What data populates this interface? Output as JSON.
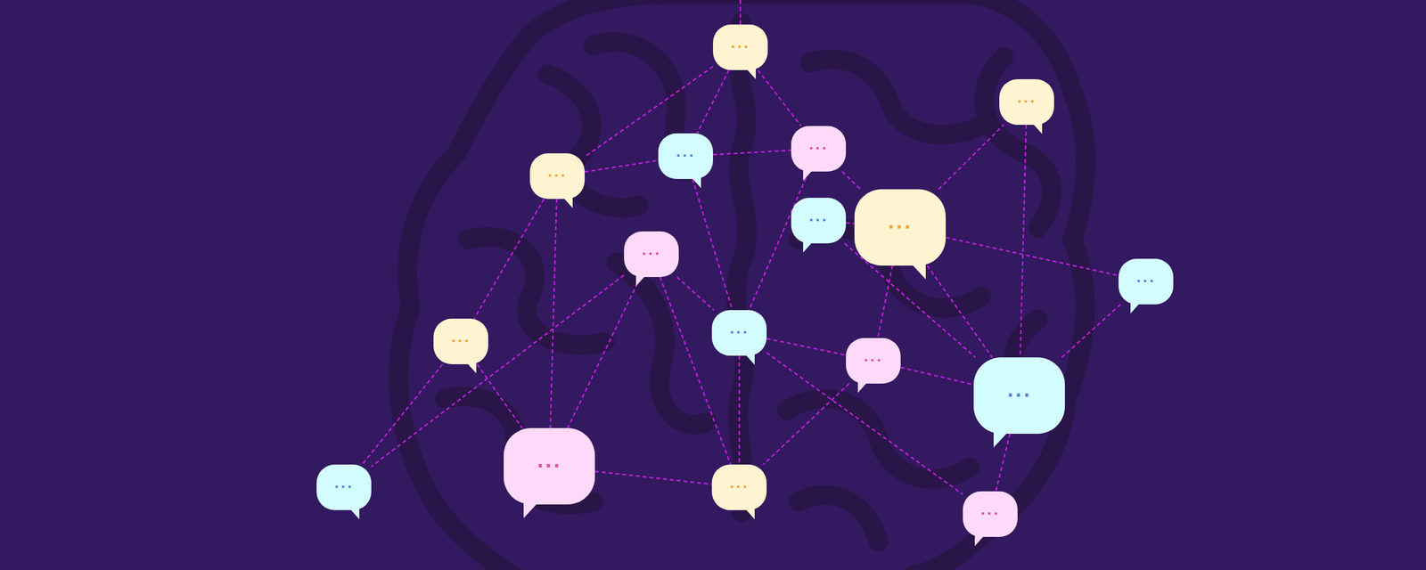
{
  "diagram": {
    "nodes": [
      {
        "text": [
          "..."
        ]
      },
      {
        "text": [
          "..."
        ]
      },
      {
        "text": [
          "..."
        ]
      },
      {
        "text": [
          "..."
        ]
      },
      {
        "text": [
          "..."
        ]
      },
      {
        "text": [
          "..."
        ]
      },
      {
        "text": [
          "..."
        ]
      },
      {
        "text": [
          "..."
        ]
      },
      {
        "text": [
          "..."
        ]
      },
      {
        "text": [
          "..."
        ]
      },
      {
        "text": [
          "..."
        ]
      },
      {
        "text": [
          "..."
        ]
      },
      {
        "text": [
          "..."
        ]
      },
      {
        "text": [
          "..."
        ]
      },
      {
        "text": [
          "..."
        ]
      },
      {
        "text": [
          "..."
        ]
      },
      {
        "text": [
          "..."
        ]
      }
    ],
    "edges": [
      {
        "from": 0,
        "to": 4,
        "arrow": "none"
      },
      {
        "from": 0,
        "to": 3,
        "arrow": "none"
      },
      {
        "from": 0,
        "to": 2,
        "arrow": "none"
      },
      {
        "from": 4,
        "to": 3,
        "arrow": "none"
      },
      {
        "from": 3,
        "to": 2,
        "arrow": "none"
      },
      {
        "from": 4,
        "to": 10,
        "arrow": "none"
      },
      {
        "from": 4,
        "to": 13,
        "arrow": "none"
      },
      {
        "from": 3,
        "to": 9,
        "arrow": "none"
      },
      {
        "from": 2,
        "to": 6,
        "arrow": "none"
      },
      {
        "from": 2,
        "to": 9,
        "arrow": "none"
      },
      {
        "from": 5,
        "to": 6,
        "arrow": "none"
      },
      {
        "from": 5,
        "to": 12,
        "arrow": "none"
      },
      {
        "from": 6,
        "to": 1,
        "arrow": "none"
      },
      {
        "from": 6,
        "to": 8,
        "arrow": "none"
      },
      {
        "from": 6,
        "to": 11,
        "arrow": "none"
      },
      {
        "from": 6,
        "to": 12,
        "arrow": "none"
      },
      {
        "from": 1,
        "to": 12,
        "arrow": "none"
      },
      {
        "from": 8,
        "to": 12,
        "arrow": "none"
      },
      {
        "from": 7,
        "to": 9,
        "arrow": "none"
      },
      {
        "from": 7,
        "to": 13,
        "arrow": "none"
      },
      {
        "from": 7,
        "to": 14,
        "arrow": "none"
      },
      {
        "from": 7,
        "to": 15,
        "arrow": "none"
      },
      {
        "from": 9,
        "to": 11,
        "arrow": "none"
      },
      {
        "from": 9,
        "to": 16,
        "arrow": "none"
      },
      {
        "from": 9,
        "to": 15,
        "arrow": "none"
      },
      {
        "from": 10,
        "to": 14,
        "arrow": "none"
      },
      {
        "from": 10,
        "to": 13,
        "arrow": "none"
      },
      {
        "from": 11,
        "to": 12,
        "arrow": "none"
      },
      {
        "from": 11,
        "to": 15,
        "arrow": "none"
      },
      {
        "from": 13,
        "to": 15,
        "arrow": "none"
      },
      {
        "from": 12,
        "to": 16,
        "arrow": "none"
      }
    ]
  }
}
